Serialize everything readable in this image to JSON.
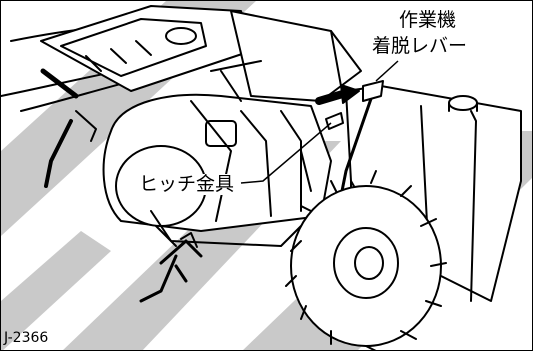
{
  "labels": {
    "lever_line1": "作業機",
    "lever_line2": "着脱レバー",
    "hitch": "ヒッチ金具",
    "figure_code": "J-2366"
  }
}
